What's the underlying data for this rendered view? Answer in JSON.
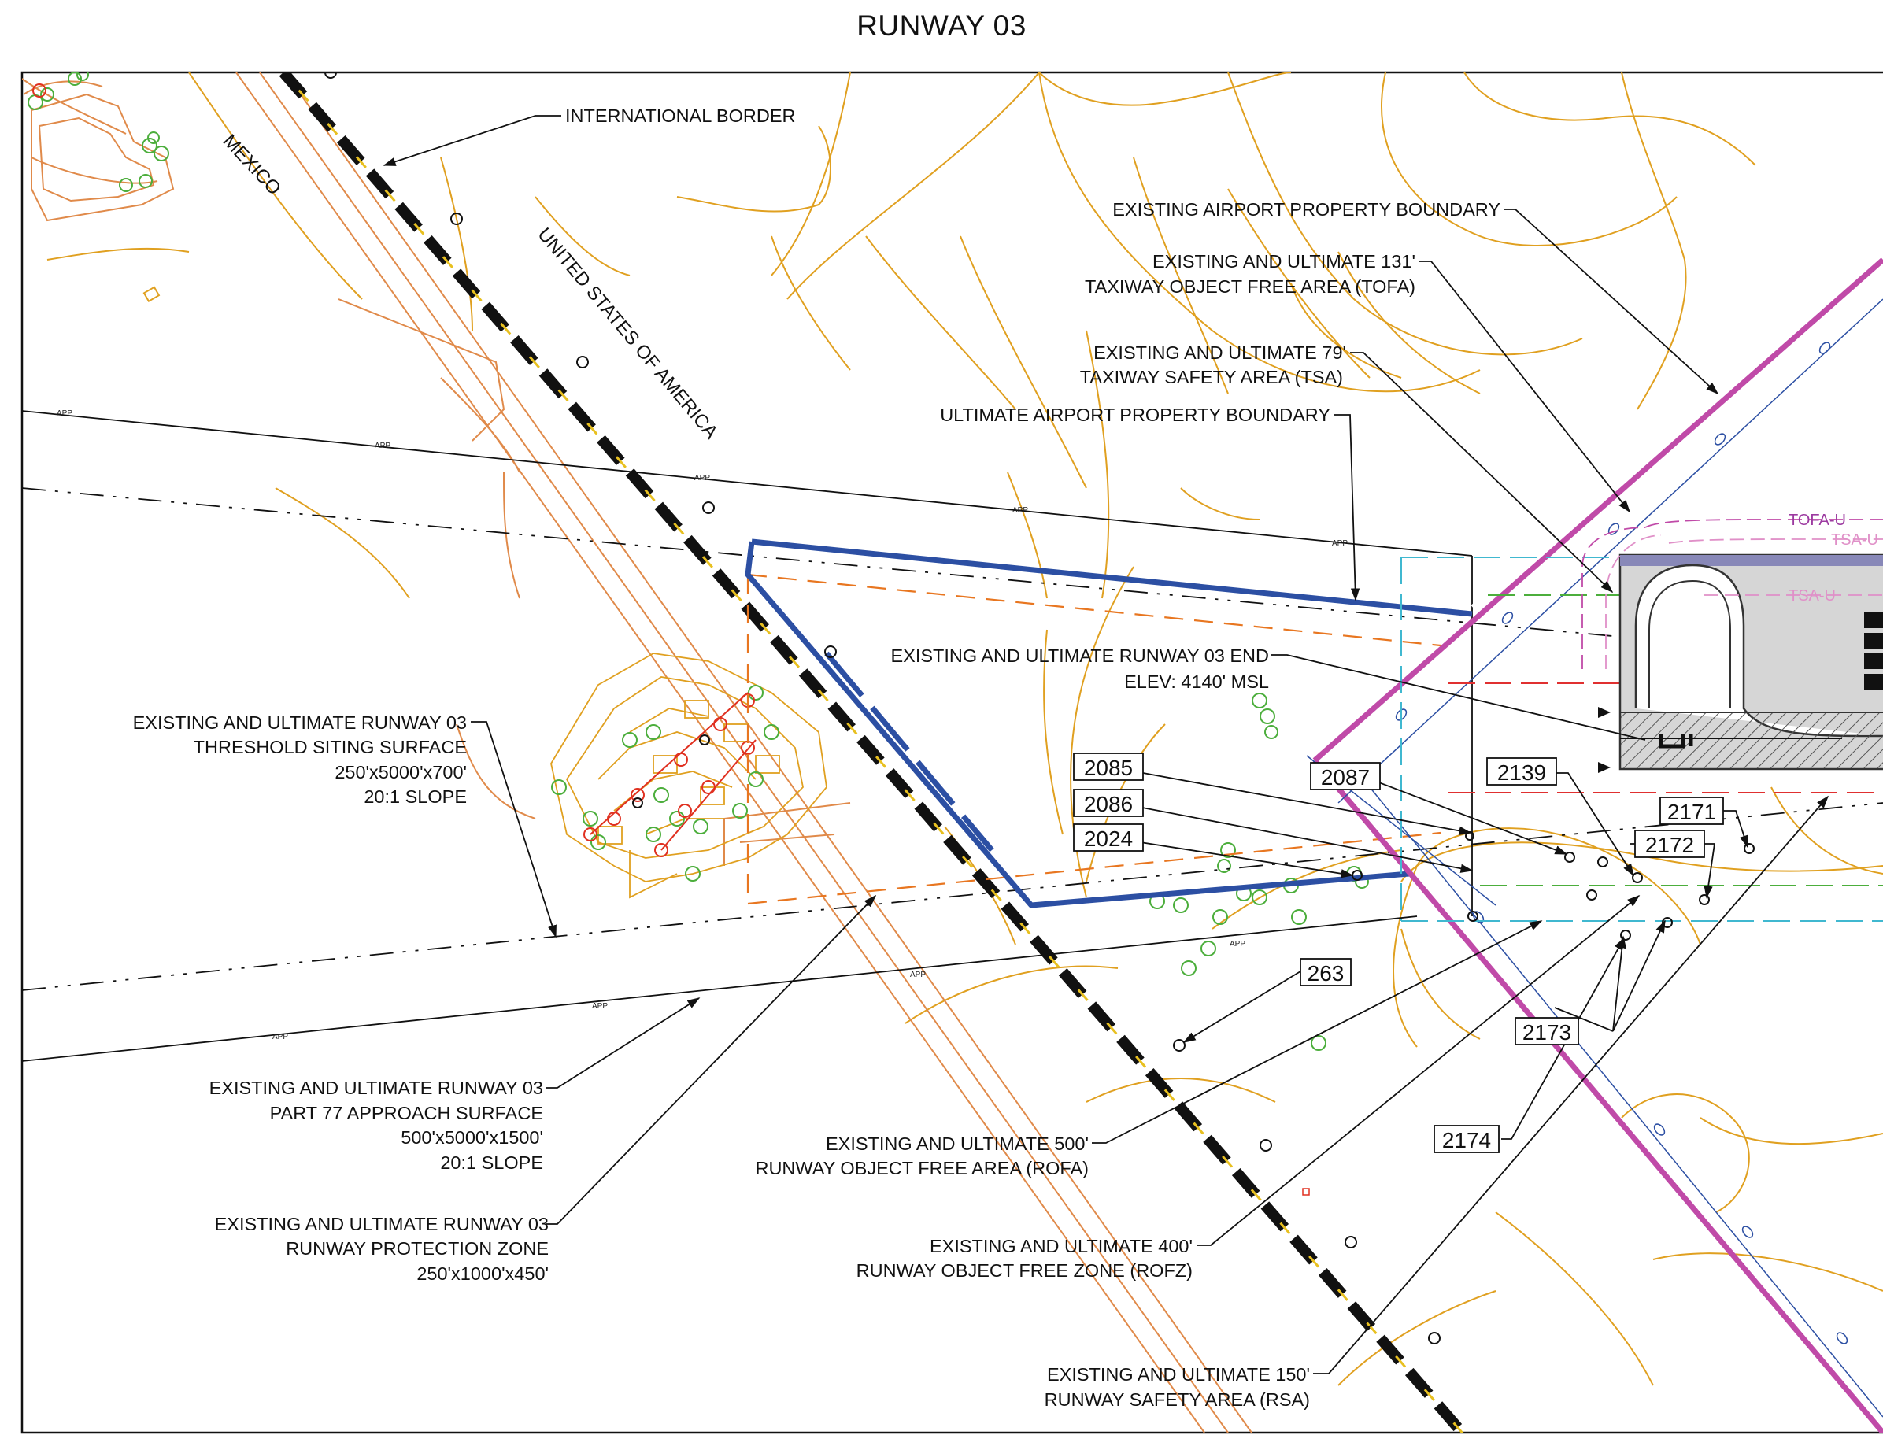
{
  "title": "RUNWAY 03",
  "border": {
    "label": "INTERNATIONAL BORDER",
    "side_a": "MEXICO",
    "side_b": "UNITED STATES OF AMERICA"
  },
  "callouts": {
    "existing_property": "EXISTING AIRPORT PROPERTY BOUNDARY",
    "tofa_1": "EXISTING AND ULTIMATE 131'",
    "tofa_2": "TAXIWAY OBJECT FREE AREA (TOFA)",
    "tsa_1": "EXISTING AND ULTIMATE 79'",
    "tsa_2": "TAXIWAY SAFETY AREA (TSA)",
    "ultimate_property": "ULTIMATE AIRPORT PROPERTY BOUNDARY",
    "rw_end_1": "EXISTING AND ULTIMATE RUNWAY 03 END",
    "rw_end_2": "ELEV: 4140' MSL",
    "tss_1": "EXISTING AND ULTIMATE RUNWAY 03",
    "tss_2": "THRESHOLD SITING SURFACE",
    "tss_3": "250'x5000'x700'",
    "tss_4": "20:1 SLOPE",
    "app_1": "EXISTING AND ULTIMATE RUNWAY 03",
    "app_2": "PART 77 APPROACH SURFACE",
    "app_3": "500'x5000'x1500'",
    "app_4": "20:1 SLOPE",
    "rpz_1": "EXISTING AND ULTIMATE RUNWAY 03",
    "rpz_2": "RUNWAY PROTECTION ZONE",
    "rpz_3": "250'x1000'x450'",
    "rofa_1": "EXISTING AND ULTIMATE 500'",
    "rofa_2": "RUNWAY OBJECT FREE AREA (ROFA)",
    "rofz_1": "EXISTING AND ULTIMATE 400'",
    "rofz_2": "RUNWAY OBJECT FREE ZONE (ROFZ)",
    "rsa_1": "EXISTING AND ULTIMATE 150'",
    "rsa_2": "RUNWAY SAFETY AREA (RSA)"
  },
  "obstructions": [
    "2085",
    "2086",
    "2024",
    "2087",
    "2139",
    "2171",
    "2172",
    "263",
    "2173",
    "2174"
  ],
  "zone_labels": {
    "tofa": "TOFA-U",
    "tsa_top": "TSA-U",
    "tsa_mid": "TSA-U"
  },
  "line_tag": "APP",
  "colors": {
    "property_line": "#c04aa8",
    "blue_boundary": "#2c4fa3",
    "terrain": "#e0a020",
    "road": "#e08a4a",
    "vegetation": "#4cae3c",
    "rsa_dash": "#e87620"
  }
}
